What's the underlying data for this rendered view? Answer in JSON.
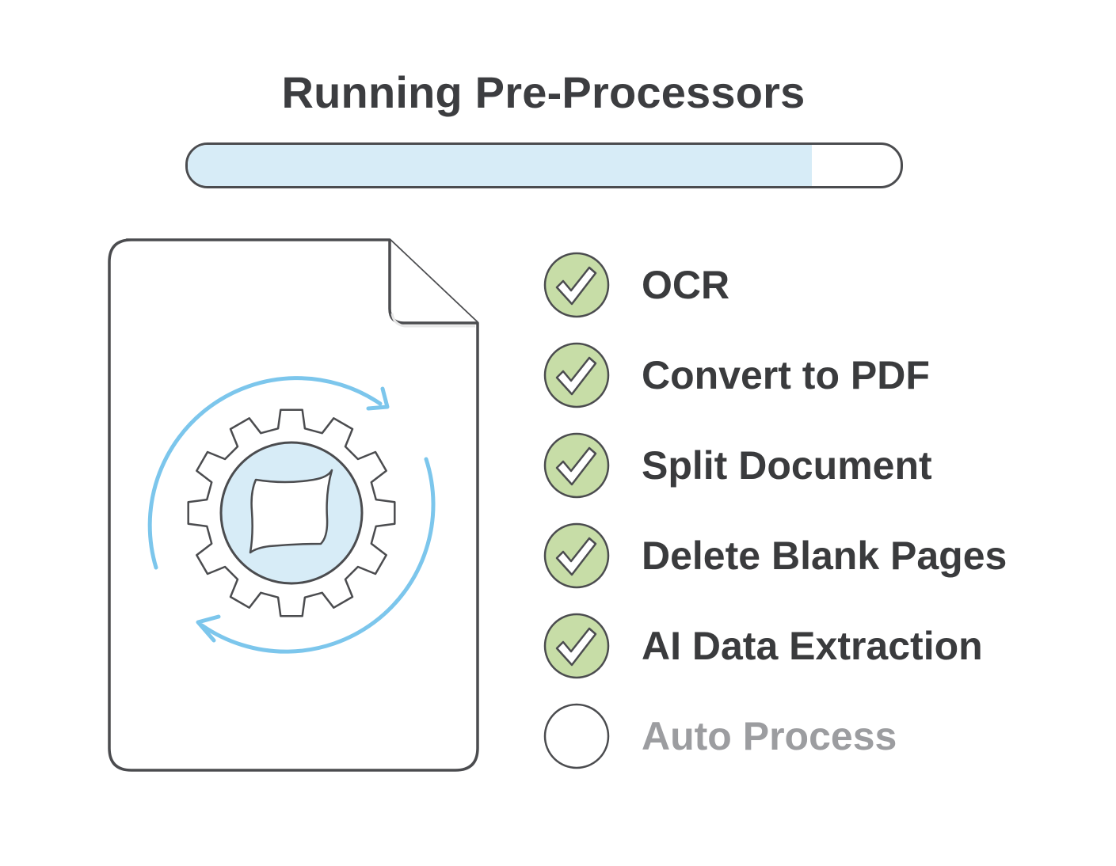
{
  "header": {
    "title": "Running Pre-Processors"
  },
  "progress": {
    "fraction": 0.875,
    "fill_color": "#d7ecf7"
  },
  "illustration": {
    "icon": "document-gear-icon",
    "arrow_color": "#7cc6ec",
    "gear_center_color": "#d7ecf7"
  },
  "steps": [
    {
      "label": "OCR",
      "status": "complete"
    },
    {
      "label": "Convert to PDF",
      "status": "complete"
    },
    {
      "label": "Split Document",
      "status": "complete"
    },
    {
      "label": "Delete Blank Pages",
      "status": "complete"
    },
    {
      "label": "AI Data Extraction",
      "status": "complete"
    },
    {
      "label": "Auto Process",
      "status": "pending"
    }
  ],
  "colors": {
    "check_fill": "#c7dda7",
    "outline": "#4b4c4f",
    "pending_text": "#9c9da0",
    "text": "#3a3b3d"
  }
}
